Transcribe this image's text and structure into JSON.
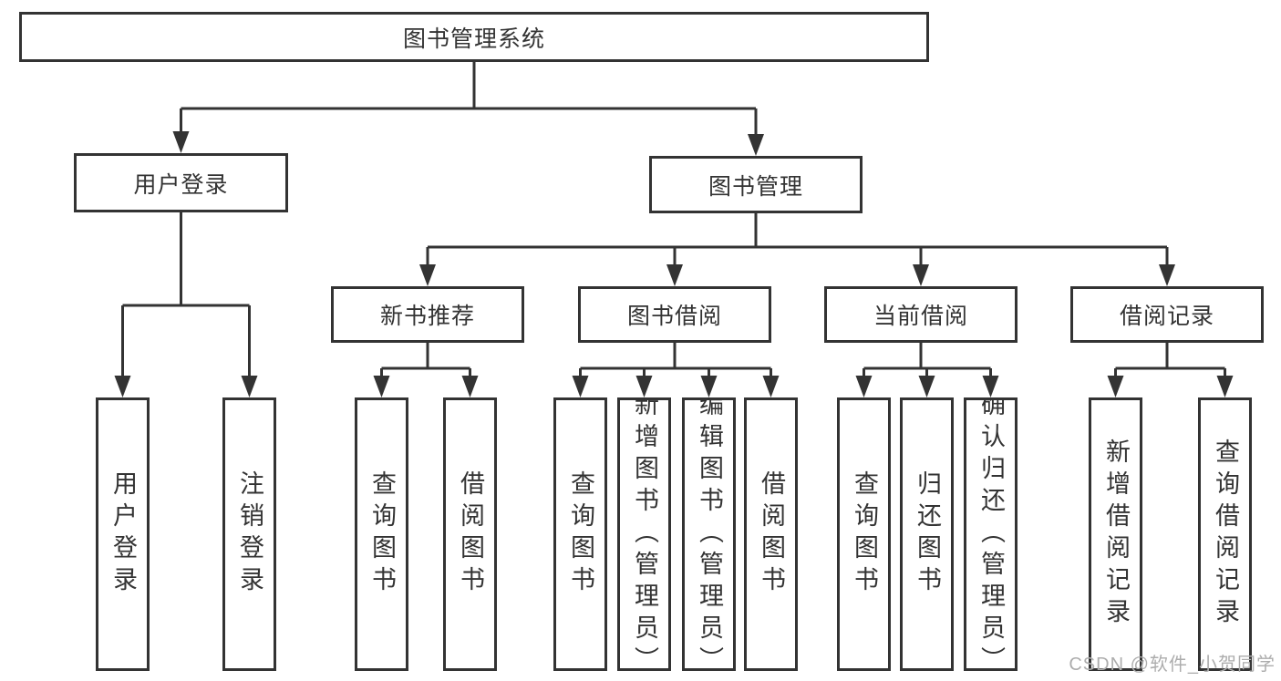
{
  "diagram": {
    "root": {
      "label": "图书管理系统"
    },
    "level2": [
      {
        "label": "用户登录"
      },
      {
        "label": "图书管理"
      }
    ],
    "level3": [
      {
        "label": "新书推荐"
      },
      {
        "label": "图书借阅"
      },
      {
        "label": "当前借阅"
      },
      {
        "label": "借阅记录"
      }
    ],
    "leafGroups": [
      {
        "parent": "用户登录",
        "children": [
          "用户登录",
          "注销登录"
        ]
      },
      {
        "parent": "新书推荐",
        "children": [
          "查询图书",
          "借阅图书"
        ]
      },
      {
        "parent": "图书借阅",
        "children": [
          "查询图书",
          "新增图书（管理员）",
          "编辑图书（管理员）",
          "借阅图书"
        ]
      },
      {
        "parent": "当前借阅",
        "children": [
          "查询图书",
          "归还图书",
          "确认归还（管理员）"
        ]
      },
      {
        "parent": "借阅记录",
        "children": [
          "新增借阅记录",
          "查询借阅记录"
        ]
      }
    ],
    "watermark": "CSDN @软件_小贺同学",
    "colors": {
      "line": "#333333",
      "text": "#333333",
      "background": "#ffffff",
      "watermark": "#adadad"
    }
  }
}
